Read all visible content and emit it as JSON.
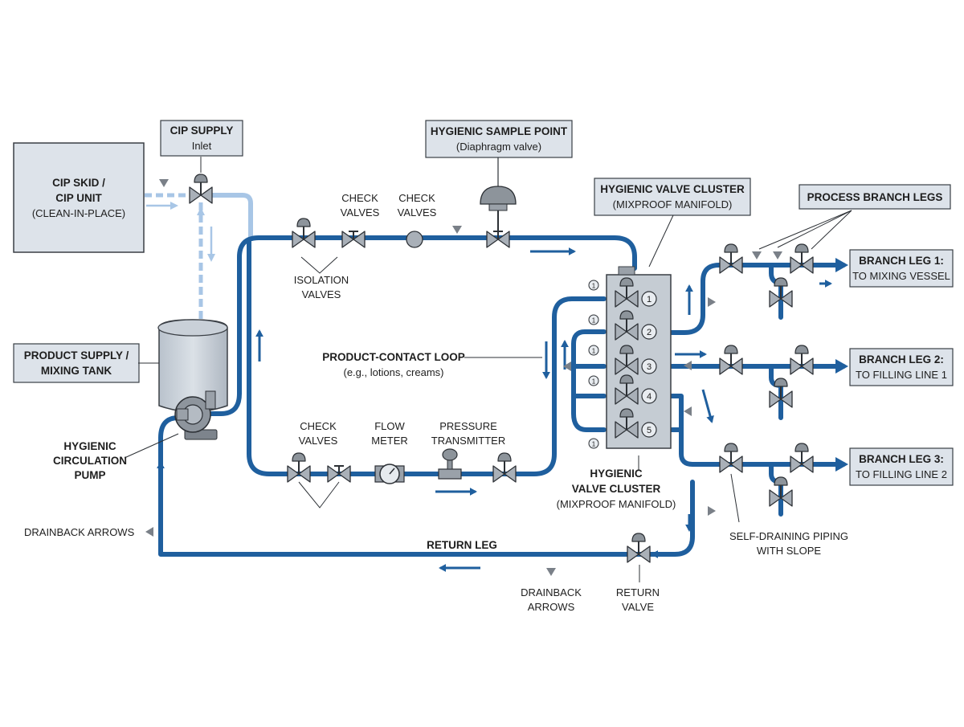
{
  "labels": {
    "cip_skid": [
      "CIP SKID /",
      "CIP UNIT",
      "(CLEAN-IN-PLACE)"
    ],
    "cip_supply": [
      "CIP SUPPLY",
      "Inlet"
    ],
    "sample_point": [
      "HYGIENIC SAMPLE POINT",
      "(Diaphragm valve)"
    ],
    "valve_cluster_top": [
      "HYGIENIC VALVE CLUSTER",
      "(MIXPROOF MANIFOLD)"
    ],
    "process_branch_legs": "PROCESS BRANCH LEGS",
    "check_valves_top_1": [
      "CHECK",
      "VALVES"
    ],
    "check_valves_top_2": [
      "CHECK",
      "VALVES"
    ],
    "isolation_valves": [
      "ISOLATION",
      "VALVES"
    ],
    "product_tank": [
      "PRODUCT SUPPLY /",
      "MIXING TANK"
    ],
    "product_loop": [
      "PRODUCT-CONTACT LOOP",
      "(e.g., lotions, creams)"
    ],
    "circulation_pump": [
      "HYGIENIC",
      "CIRCULATION",
      "PUMP"
    ],
    "check_valves_bottom": [
      "CHECK",
      "VALVES"
    ],
    "flow_meter": [
      "FLOW",
      "METER"
    ],
    "pressure_transmitter": [
      "PRESSURE",
      "TRANSMITTER"
    ],
    "valve_cluster_bottom": [
      "HYGIENIC",
      "VALVE CLUSTER",
      "(MIXPROOF MANIFOLD)"
    ],
    "branch_1": [
      "BRANCH LEG 1:",
      "TO MIXING VESSEL"
    ],
    "branch_2": [
      "BRANCH LEG 2:",
      "TO FILLING LINE 1"
    ],
    "branch_3": [
      "BRANCH LEG 3:",
      "TO FILLING LINE 2"
    ],
    "self_draining": [
      "SELF-DRAINING PIPING",
      "WITH SLOPE"
    ],
    "drainback_left": "DRAINBACK ARROWS",
    "return_leg": "RETURN LEG",
    "drainback_bottom": [
      "DRAINBACK",
      "ARROWS"
    ],
    "return_valve": [
      "RETURN",
      "VALVE"
    ]
  },
  "manifold_ports": [
    "1",
    "2",
    "3",
    "4",
    "5"
  ],
  "manifold_side_markers": [
    "1",
    "1",
    "1",
    "1",
    "1"
  ],
  "colors": {
    "pipe": "#1f5f9e",
    "pipe_light": "#a8c6e6",
    "box_fill": "#dde3ea",
    "box_stroke": "#3a3f45",
    "valve_fill": "#a9b0b8",
    "marker": "#7a8088"
  }
}
